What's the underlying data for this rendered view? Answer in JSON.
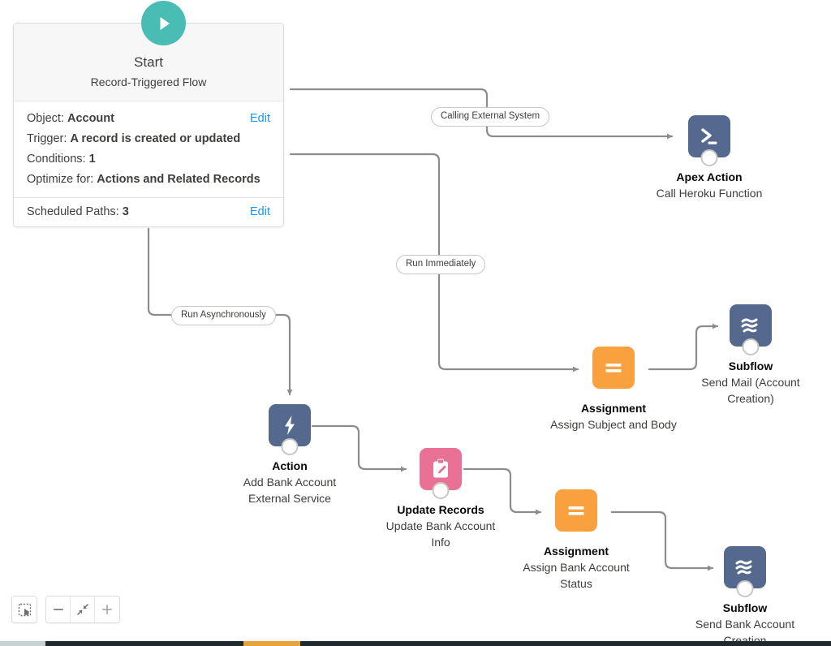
{
  "canvas": {
    "background": "#ffffff",
    "connector_color": "#8c8c8c"
  },
  "start_node": {
    "play_icon": "play-icon",
    "title": "Start",
    "subtitle": "Record-Triggered Flow",
    "rows": [
      {
        "label": "Object:",
        "value": "Account",
        "action": "Edit"
      },
      {
        "label": "Trigger:",
        "value": "A record is created or updated",
        "action": ""
      },
      {
        "label": "Conditions:",
        "value": "1",
        "action": ""
      },
      {
        "label": "Optimize for:",
        "value": "Actions and Related Records",
        "action": ""
      }
    ],
    "footer": {
      "label": "Scheduled Paths:",
      "value": "3",
      "action": "Edit"
    }
  },
  "nodes": [
    {
      "id": "apex-action",
      "label": "Apex Action",
      "name": "Call Heroku Function",
      "icon": "terminal-icon",
      "color": "#54698d",
      "has_stub": true
    },
    {
      "id": "assignment-subject",
      "label": "Assignment",
      "name": "Assign Subject and Body",
      "icon": "equals-icon",
      "color": "#f9a13f",
      "has_stub": false
    },
    {
      "id": "subflow-mail",
      "label": "Subflow",
      "name": "Send Mail (Account Creation)",
      "icon": "subflow-waves-icon",
      "color": "#54698d",
      "has_stub": true
    },
    {
      "id": "action-bank",
      "label": "Action",
      "name": "Add Bank Account External Service",
      "icon": "lightning-bolt-icon",
      "color": "#54698d",
      "has_stub": true
    },
    {
      "id": "update-records",
      "label": "Update Records",
      "name": "Update Bank Account Info",
      "icon": "clipboard-pencil-icon",
      "color": "#ea7196",
      "has_stub": true
    },
    {
      "id": "assignment-status",
      "label": "Assignment",
      "name": "Assign Bank Account Status",
      "icon": "equals-icon",
      "color": "#f9a13f",
      "has_stub": false
    },
    {
      "id": "subflow-bank",
      "label": "Subflow",
      "name": "Send Bank Account Creation",
      "icon": "subflow-waves-icon",
      "color": "#54698d",
      "has_stub": true
    }
  ],
  "path_labels": [
    {
      "id": "calling-external-system",
      "text": "Calling External System"
    },
    {
      "id": "run-immediately",
      "text": "Run Immediately"
    },
    {
      "id": "run-asynchronously",
      "text": "Run Asynchronously"
    }
  ],
  "zoom_toolbar": {
    "select_mode": "marquee-select-icon",
    "zoom_out": "minus-icon",
    "fit_to_view": "fit-to-view-icon",
    "zoom_in": "plus-icon"
  }
}
